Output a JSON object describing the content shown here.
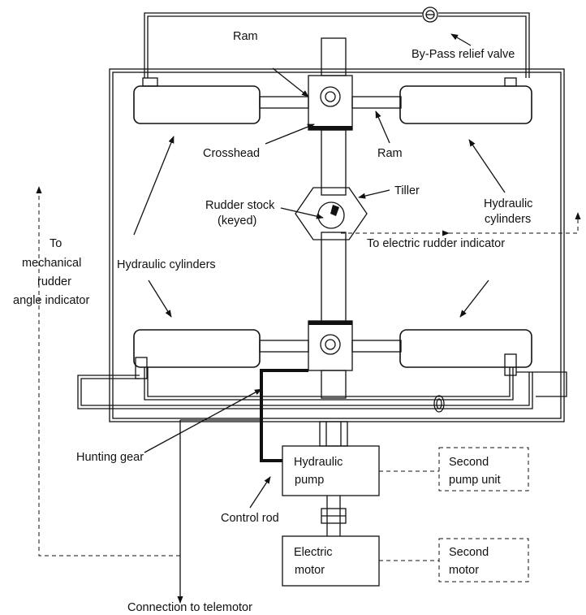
{
  "labels": {
    "ram_top": "Ram",
    "bypass_valve": "By-Pass  relief valve",
    "ram_mid": "Ram",
    "crosshead": "Crosshead",
    "tiller": "Tiller",
    "rudder_stock_1": "Rudder stock",
    "rudder_stock_2": "(keyed)",
    "hyd_cyl_right_1": "Hydraulic",
    "hyd_cyl_right_2": "cylinders",
    "hyd_cyl_left": "Hydraulic cylinders",
    "to_electric": "To electric rudder indicator",
    "to_mech_1": "To",
    "to_mech_2": "mechanical",
    "to_mech_3": "rudder",
    "to_mech_4": "angle indicator",
    "hunting_gear": "Hunting gear",
    "control_rod": "Control rod",
    "pump_1": "Hydraulic",
    "pump_2": "pump",
    "second_pump_1": "Second",
    "second_pump_2": "pump unit",
    "motor_1": "Electric",
    "motor_2": "motor",
    "second_motor_1": "Second",
    "second_motor_2": "motor",
    "telemotor": "Connection to telemotor"
  },
  "icons": {
    "valve": "valve-icon",
    "arrow": "arrowhead-icon"
  }
}
